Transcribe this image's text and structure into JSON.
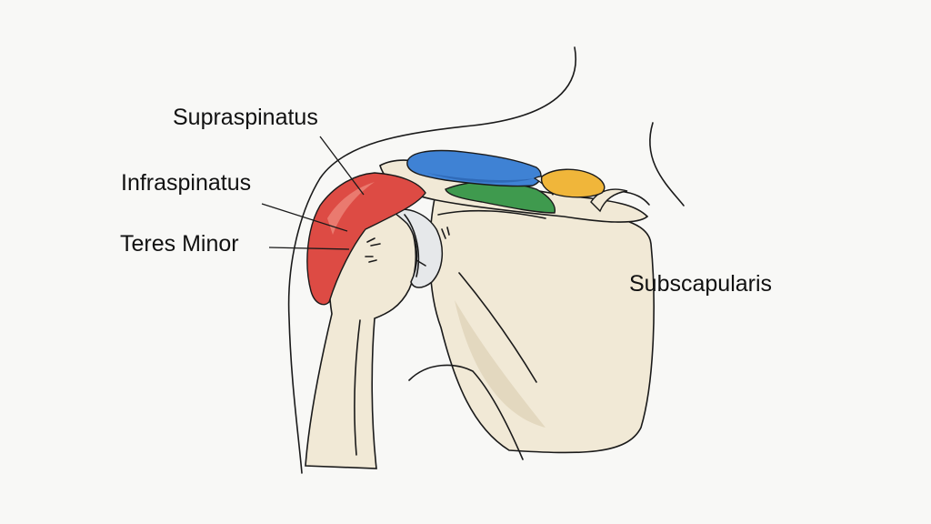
{
  "labels": {
    "supraspinatus": "Supraspinatus",
    "infraspinatus": "Infraspinatus",
    "teres_minor": "Teres Minor",
    "subscapularis": "Subscapularis"
  },
  "colors": {
    "background": "#f8f8f6",
    "bone": "#f1e9d6",
    "bone_shadow": "#e3d8bf",
    "red_muscle": "#dd4b44",
    "blue_muscle": "#3f82d4",
    "green_muscle": "#3f9a4e",
    "yellow_muscle": "#f0b63a",
    "cartilage": "#e6e8ea",
    "outline": "#1a1a1a"
  }
}
